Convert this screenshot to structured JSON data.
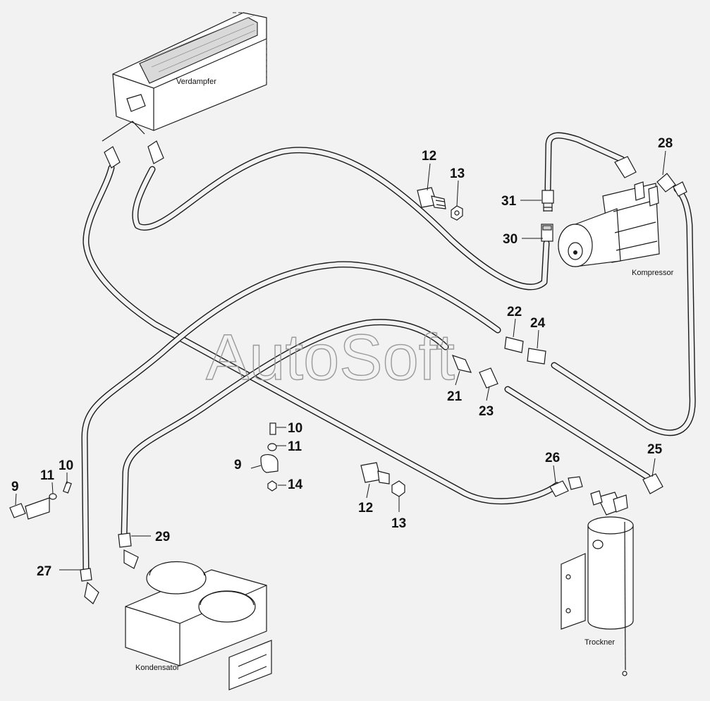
{
  "watermark": "AutoSoft",
  "components": {
    "evaporator": "Verdampfer",
    "compressor": "Kompressor",
    "condenser": "Kondensator",
    "dryer": "Trockner"
  },
  "callouts": {
    "c12a": "12",
    "c13a": "13",
    "c31": "31",
    "c30": "30",
    "c28": "28",
    "c22": "22",
    "c24": "24",
    "c21": "21",
    "c23": "23",
    "c10a": "10",
    "c11a": "11",
    "c9a": "9",
    "c14": "14",
    "c12b": "12",
    "c13b": "13",
    "c26": "26",
    "c25": "25",
    "c11b": "11",
    "c10b": "10",
    "c9b": "9",
    "c29": "29",
    "c27": "27"
  }
}
